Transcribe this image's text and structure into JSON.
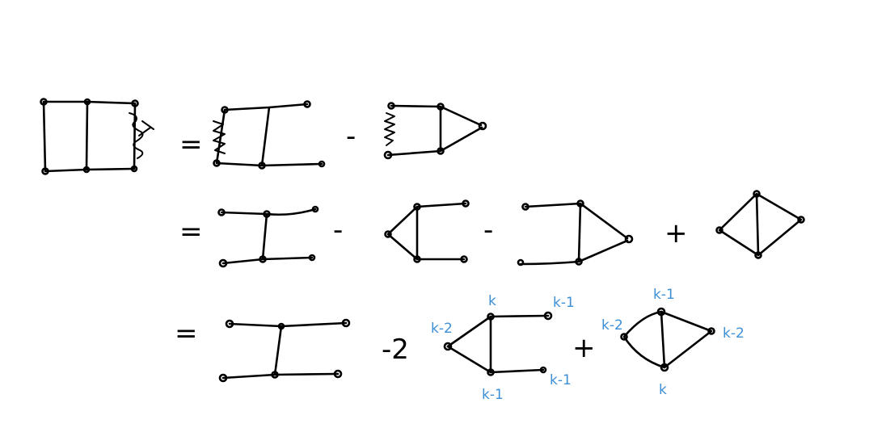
{
  "equation": {
    "line1": {
      "eq": "=",
      "minus": "-"
    },
    "line2": {
      "eq": "=",
      "minus1": "-",
      "minus2": "-",
      "plus": "+"
    },
    "line3": {
      "eq": "=",
      "minus_two": "-2",
      "plus": "+"
    }
  },
  "labels": {
    "term2": {
      "left": "k-2",
      "top": "k",
      "top_right": "k-1",
      "bottom": "k-1",
      "bottom_right": "k-1"
    },
    "term3": {
      "left": "k-2",
      "top": "k-1",
      "right": "k-2",
      "bottom": "k"
    }
  },
  "colors": {
    "ink": "#000000",
    "label": "#3d8fd6",
    "background": "#ffffff"
  }
}
